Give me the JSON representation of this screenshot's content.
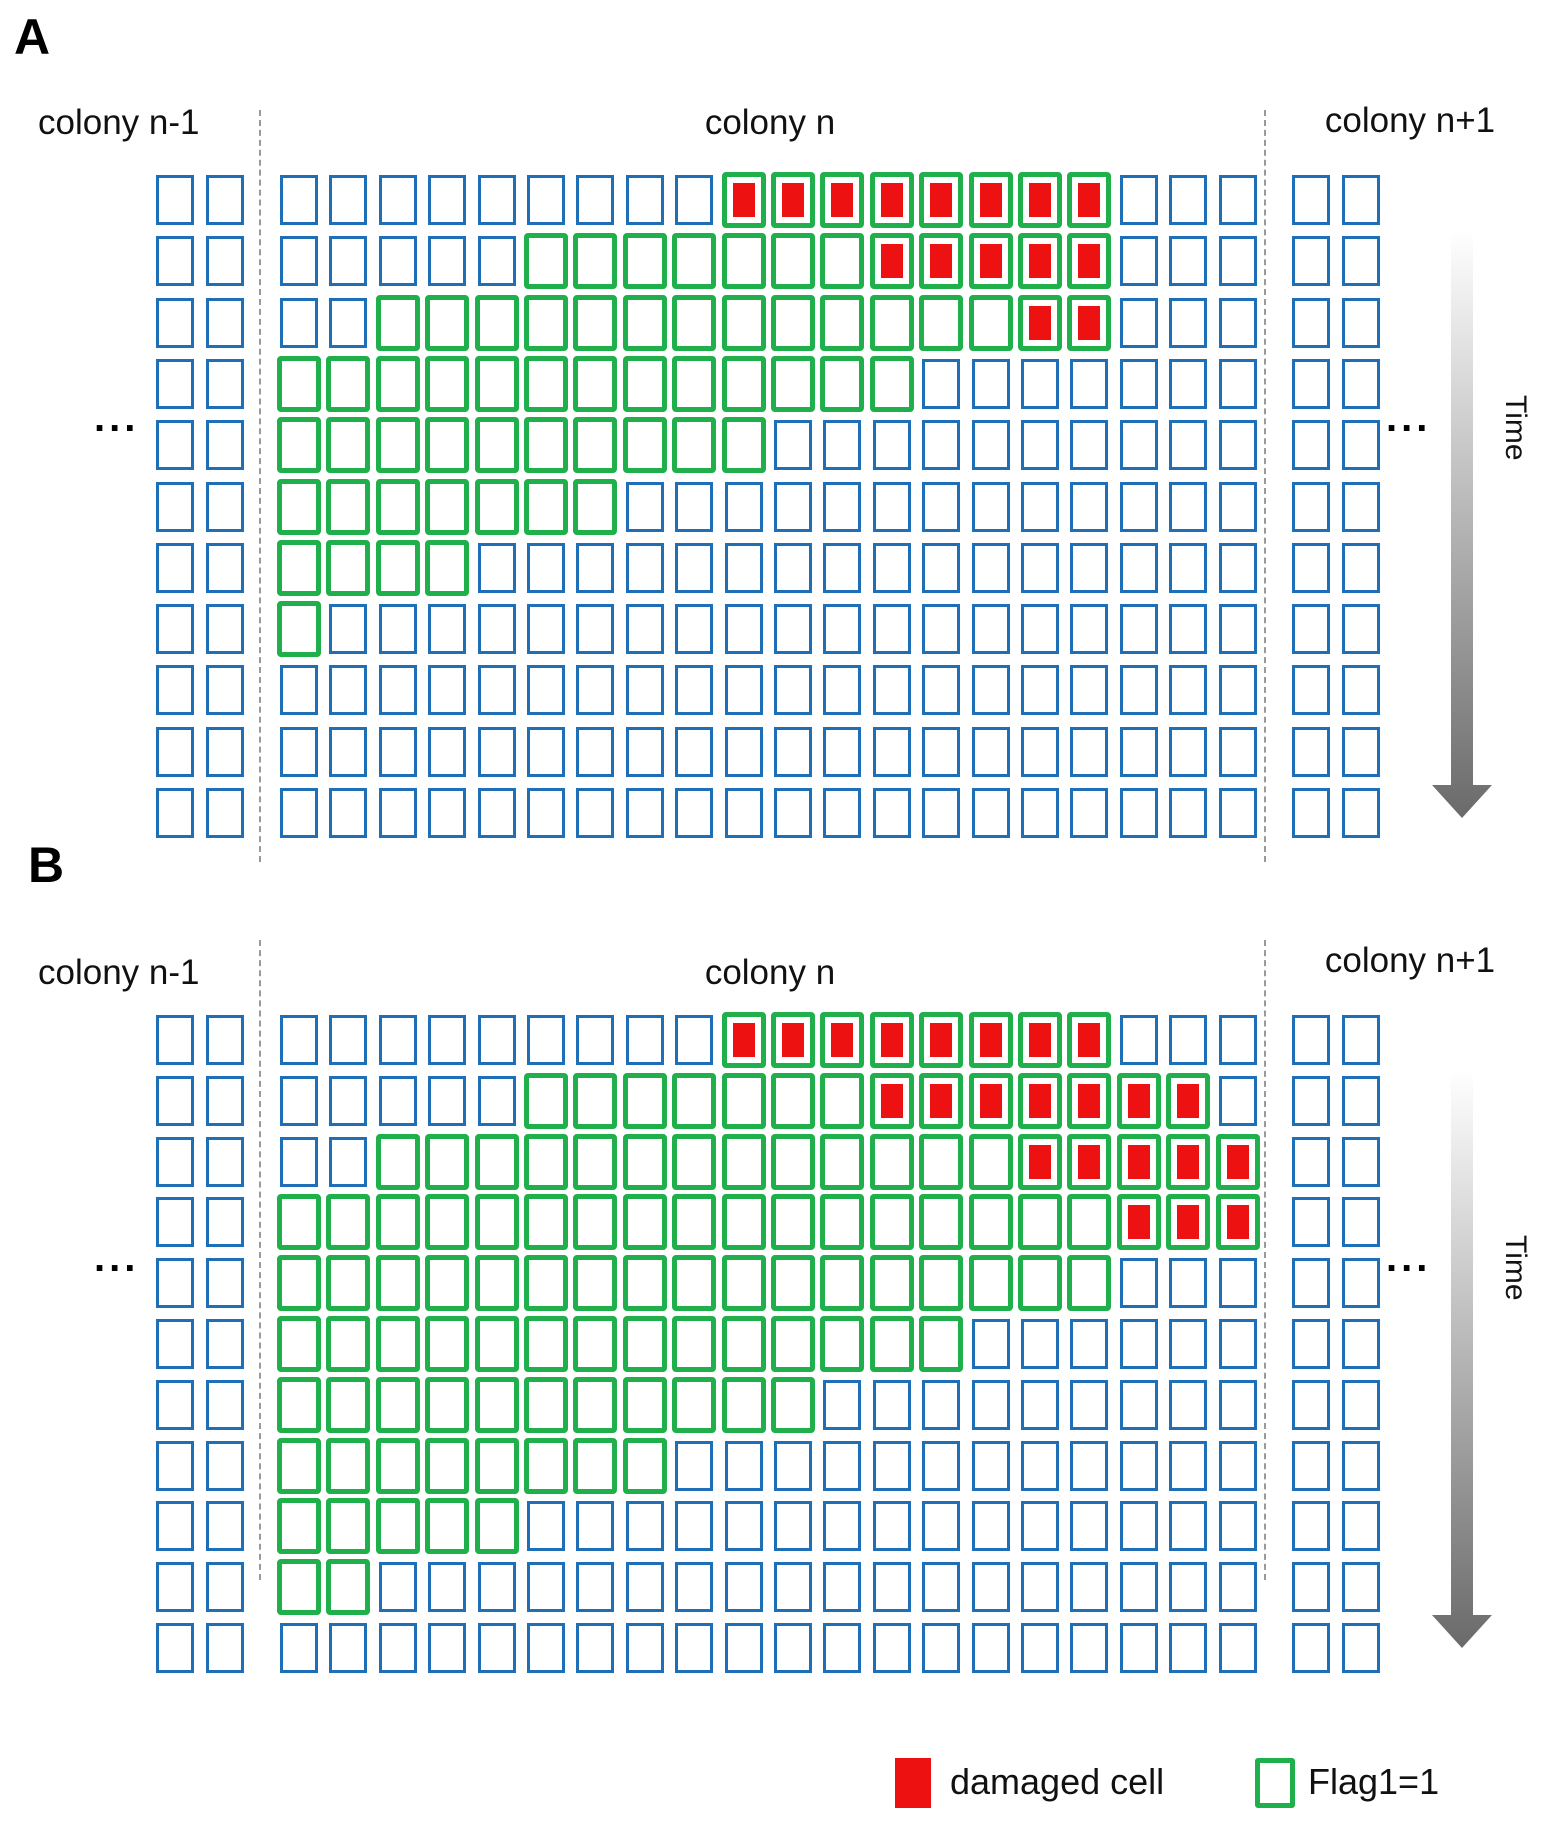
{
  "colors": {
    "cell_border": "#1f6fb8",
    "flag_border": "#1fb04b",
    "damaged_fill": "#ee1111",
    "divider": "#9a9a9a"
  },
  "panels": [
    {
      "id": "A",
      "label": "A",
      "colony_labels": {
        "left": "colony n-1",
        "middle": "colony n",
        "right": "colony n+1"
      },
      "ellipsis": "...",
      "time_label": "Time",
      "rows": [
        {
          "flag": [
            9,
            16
          ],
          "damaged": [
            9,
            16
          ]
        },
        {
          "flag": [
            5,
            16
          ],
          "damaged": [
            12,
            16
          ]
        },
        {
          "flag": [
            2,
            16
          ],
          "damaged": [
            15,
            16
          ]
        },
        {
          "flag": [
            0,
            12
          ],
          "damaged": null
        },
        {
          "flag": [
            0,
            9
          ],
          "damaged": null
        },
        {
          "flag": [
            0,
            6
          ],
          "damaged": null
        },
        {
          "flag": [
            0,
            3
          ],
          "damaged": null
        },
        {
          "flag": [
            0,
            0
          ],
          "damaged": null
        },
        {
          "flag": null,
          "damaged": null
        },
        {
          "flag": null,
          "damaged": null
        },
        {
          "flag": null,
          "damaged": null
        }
      ]
    },
    {
      "id": "B",
      "label": "B",
      "colony_labels": {
        "left": "colony n-1",
        "middle": "colony n",
        "right": "colony n+1"
      },
      "ellipsis": "...",
      "time_label": "Time",
      "rows": [
        {
          "flag": [
            9,
            16
          ],
          "damaged": [
            9,
            16
          ]
        },
        {
          "flag": [
            5,
            18
          ],
          "damaged": [
            12,
            18
          ]
        },
        {
          "flag": [
            2,
            19
          ],
          "damaged": [
            15,
            19
          ]
        },
        {
          "flag": [
            0,
            19
          ],
          "damaged": [
            17,
            19
          ]
        },
        {
          "flag": [
            0,
            16
          ],
          "damaged": null
        },
        {
          "flag": [
            0,
            13
          ],
          "damaged": null
        },
        {
          "flag": [
            0,
            10
          ],
          "damaged": null
        },
        {
          "flag": [
            0,
            7
          ],
          "damaged": null
        },
        {
          "flag": [
            0,
            4
          ],
          "damaged": null
        },
        {
          "flag": [
            0,
            1
          ],
          "damaged": null
        },
        {
          "flag": null,
          "damaged": null
        }
      ]
    }
  ],
  "legend": {
    "damaged_label": "damaged cell",
    "flag_label": "Flag1=1"
  }
}
